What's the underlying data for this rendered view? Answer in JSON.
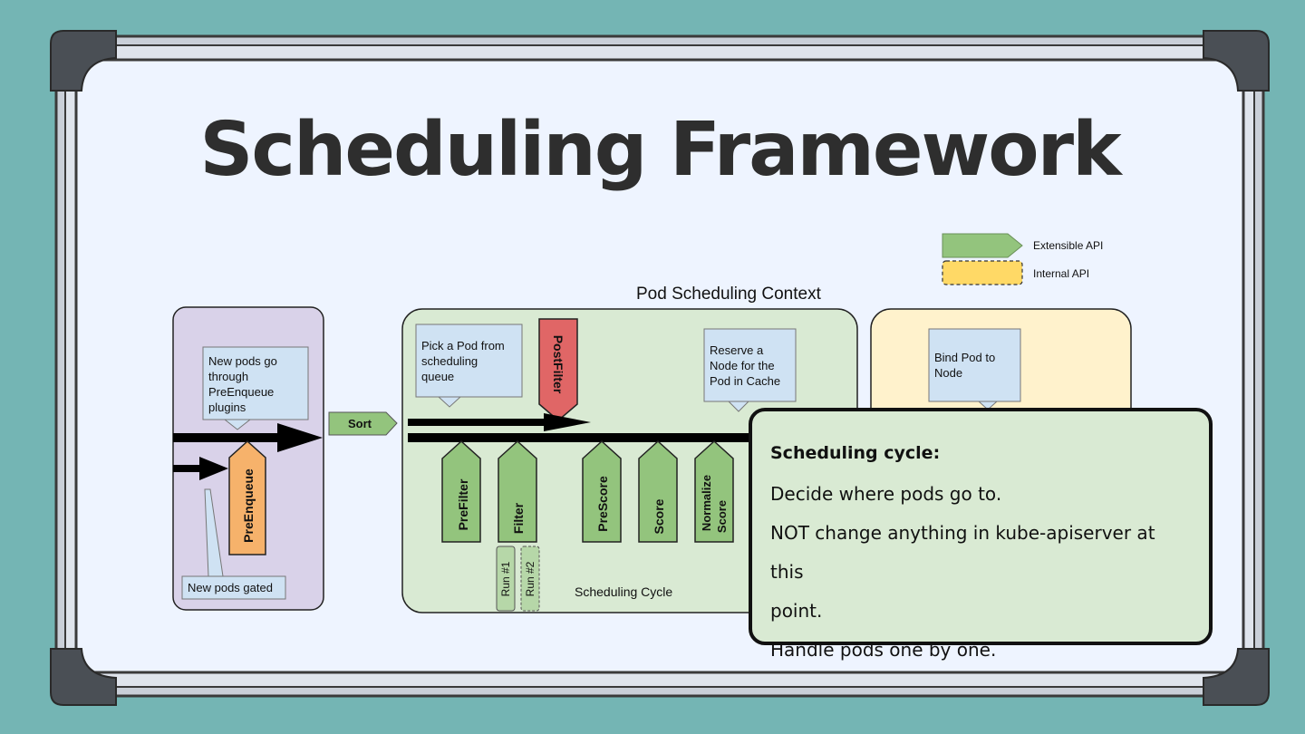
{
  "slide": {
    "title": "Scheduling Framework"
  },
  "legend": {
    "extensible": "Extensible API",
    "internal": "Internal API",
    "colors": {
      "extensible": "#93c47d",
      "internal": "#ffd966"
    }
  },
  "diagram": {
    "context_label": "Pod Scheduling Context",
    "preenqueue_box": {
      "note_new_pods": "New pods go through PreEnqueue plugins",
      "note_gated": "New pods gated",
      "plugin": "PreEnqueue"
    },
    "sort": "Sort",
    "scheduling_cycle": {
      "note_pick": "Pick a Pod from scheduling queue",
      "note_reserve": "Reserve a Node for the Pod in Cache",
      "postfilter": "PostFilter",
      "plugins": [
        "PreFilter",
        "Filter",
        "PreScore",
        "Score",
        "Normalize Score"
      ],
      "run1": "Run #1",
      "run2": "Run #2",
      "label": "Scheduling Cycle"
    },
    "binding": {
      "note_bind": "Bind Pod to Node"
    },
    "colors": {
      "purple": "#d9d2e9",
      "green": "#d9ead3",
      "yellow": "#fff2cc",
      "plugin_green": "#93c47d",
      "preenqueue_orange": "#f6b26b",
      "postfilter_red": "#e06666",
      "note_blue": "#cfe2f3"
    }
  },
  "callout": {
    "heading": "Scheduling cycle:",
    "line1": "Decide where pods go to.",
    "line2": "NOT change anything in kube-apiserver at this",
    "line3": "point.",
    "line4": "Handle pods one by one."
  }
}
